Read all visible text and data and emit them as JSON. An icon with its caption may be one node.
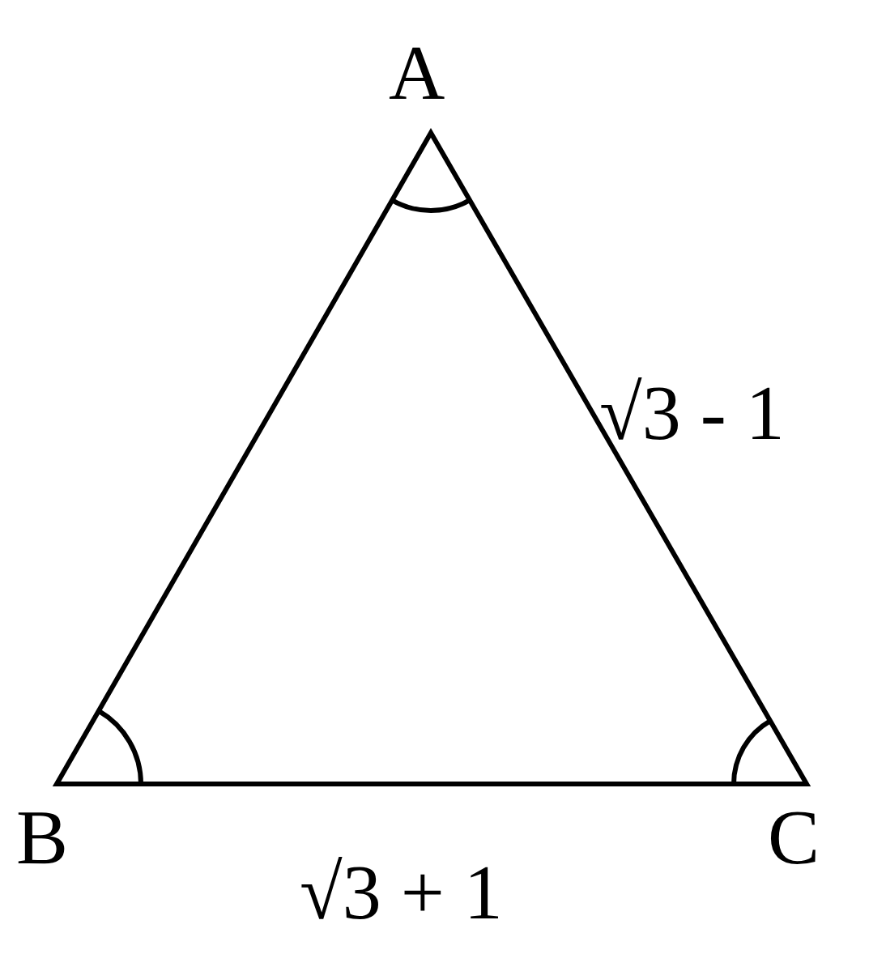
{
  "diagram": {
    "labels": [
      "A",
      "√3 - 1",
      "B",
      "C",
      "√3 + 1"
    ]
  }
}
